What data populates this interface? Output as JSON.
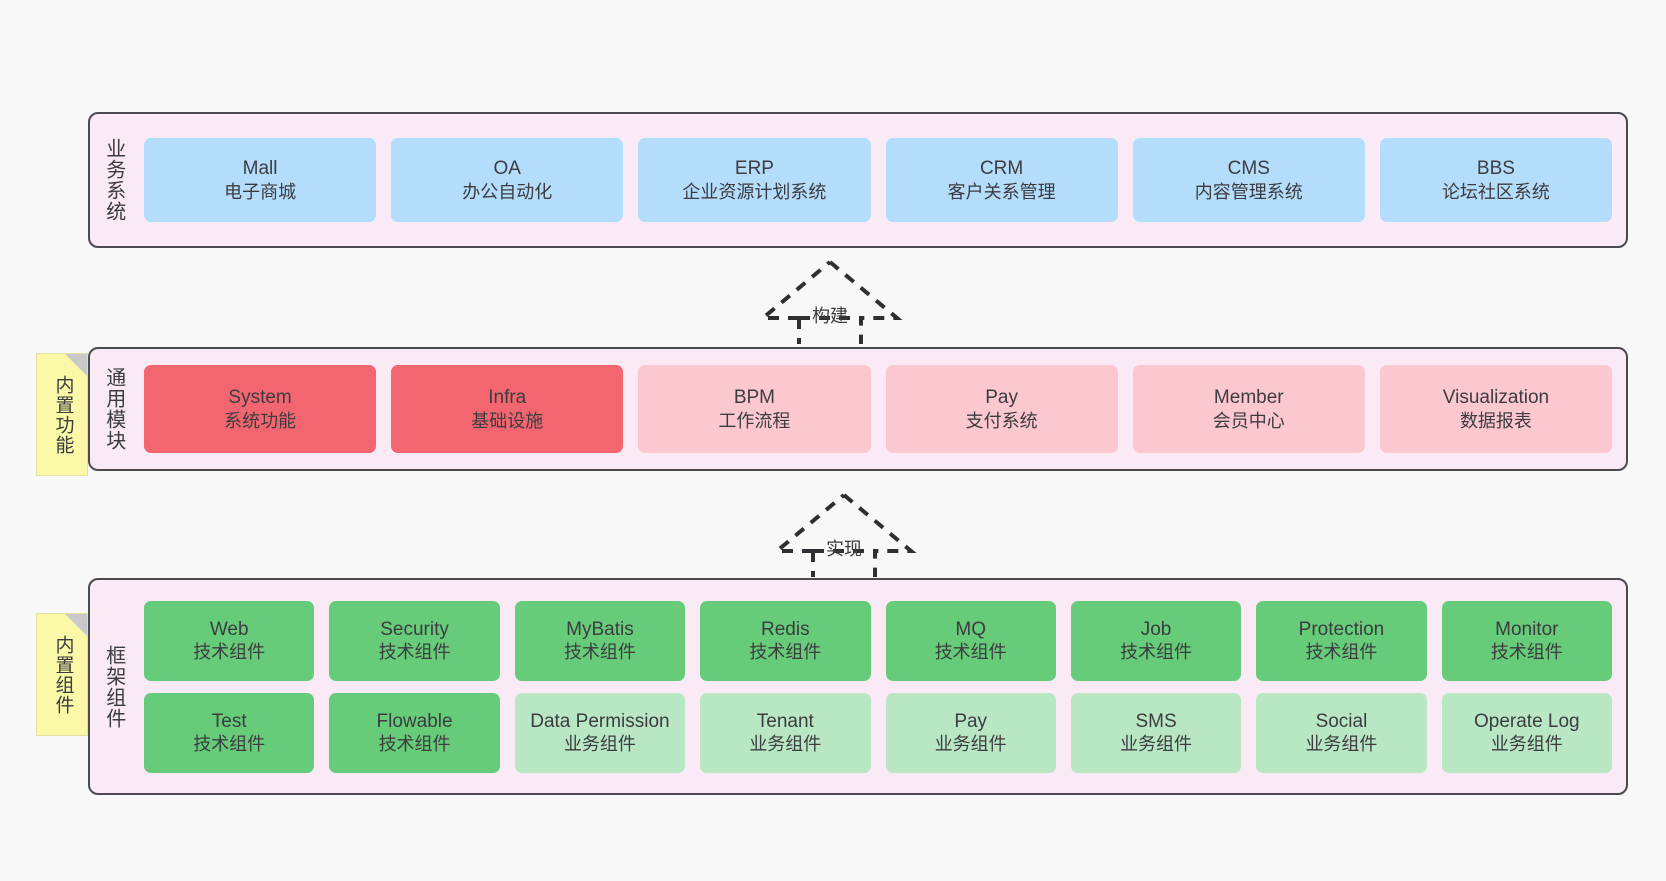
{
  "diagram": {
    "title": "ruoyi-vue-pro architecture layers",
    "colors": {
      "canvas_bg": "#f8f8f8",
      "layer_bg": "#f9eaf5",
      "layer_border": "#4a4a4f",
      "blue": "#b4ddfc",
      "red": "#f4666f",
      "pink": "#fcc8cf",
      "green": "#66cc79",
      "mint": "#b9e7c4",
      "note_yellow": "#fbf8a8",
      "note_fold": "#c9c9c9",
      "text": "#3c3c40"
    }
  },
  "layers": [
    {
      "id": "business-system",
      "title": "业务系统",
      "note": null,
      "rows": [
        {
          "style": "blue",
          "cards": [
            {
              "en": "Mall",
              "cn": "电子商城"
            },
            {
              "en": "OA",
              "cn": "办公自动化"
            },
            {
              "en": "ERP",
              "cn": "企业资源计划系统"
            },
            {
              "en": "CRM",
              "cn": "客户关系管理"
            },
            {
              "en": "CMS",
              "cn": "内容管理系统"
            },
            {
              "en": "BBS",
              "cn": "论坛社区系统"
            }
          ]
        }
      ]
    },
    {
      "id": "common-module",
      "title": "通用模块",
      "note": "内置功能",
      "rows": [
        {
          "style": "mixed",
          "cards": [
            {
              "en": "System",
              "cn": "系统功能",
              "style": "red"
            },
            {
              "en": "Infra",
              "cn": "基础设施",
              "style": "red"
            },
            {
              "en": "BPM",
              "cn": "工作流程",
              "style": "pink"
            },
            {
              "en": "Pay",
              "cn": "支付系统",
              "style": "pink"
            },
            {
              "en": "Member",
              "cn": "会员中心",
              "style": "pink"
            },
            {
              "en": "Visualization",
              "cn": "数据报表",
              "style": "pink"
            }
          ]
        }
      ]
    },
    {
      "id": "framework-component",
      "title": "框架组件",
      "note": "内置组件",
      "rows": [
        {
          "style": "green",
          "cards": [
            {
              "en": "Web",
              "cn": "技术组件"
            },
            {
              "en": "Security",
              "cn": "技术组件"
            },
            {
              "en": "MyBatis",
              "cn": "技术组件"
            },
            {
              "en": "Redis",
              "cn": "技术组件"
            },
            {
              "en": "MQ",
              "cn": "技术组件"
            },
            {
              "en": "Job",
              "cn": "技术组件"
            },
            {
              "en": "Protection",
              "cn": "技术组件"
            },
            {
              "en": "Monitor",
              "cn": "技术组件"
            }
          ]
        },
        {
          "style": "mixed",
          "cards": [
            {
              "en": "Test",
              "cn": "技术组件",
              "style": "green"
            },
            {
              "en": "Flowable",
              "cn": "技术组件",
              "style": "green"
            },
            {
              "en": "Data Permission",
              "cn": "业务组件",
              "style": "mint"
            },
            {
              "en": "Tenant",
              "cn": "业务组件",
              "style": "mint"
            },
            {
              "en": "Pay",
              "cn": "业务组件",
              "style": "mint"
            },
            {
              "en": "SMS",
              "cn": "业务组件",
              "style": "mint"
            },
            {
              "en": "Social",
              "cn": "业务组件",
              "style": "mint"
            },
            {
              "en": "Operate Log",
              "cn": "业务组件",
              "style": "mint"
            }
          ]
        }
      ]
    }
  ],
  "connectors": [
    {
      "id": "build",
      "label": "构建",
      "from": "common-module",
      "to": "business-system"
    },
    {
      "id": "implement",
      "label": "实现",
      "from": "framework-component",
      "to": "common-module"
    }
  ]
}
